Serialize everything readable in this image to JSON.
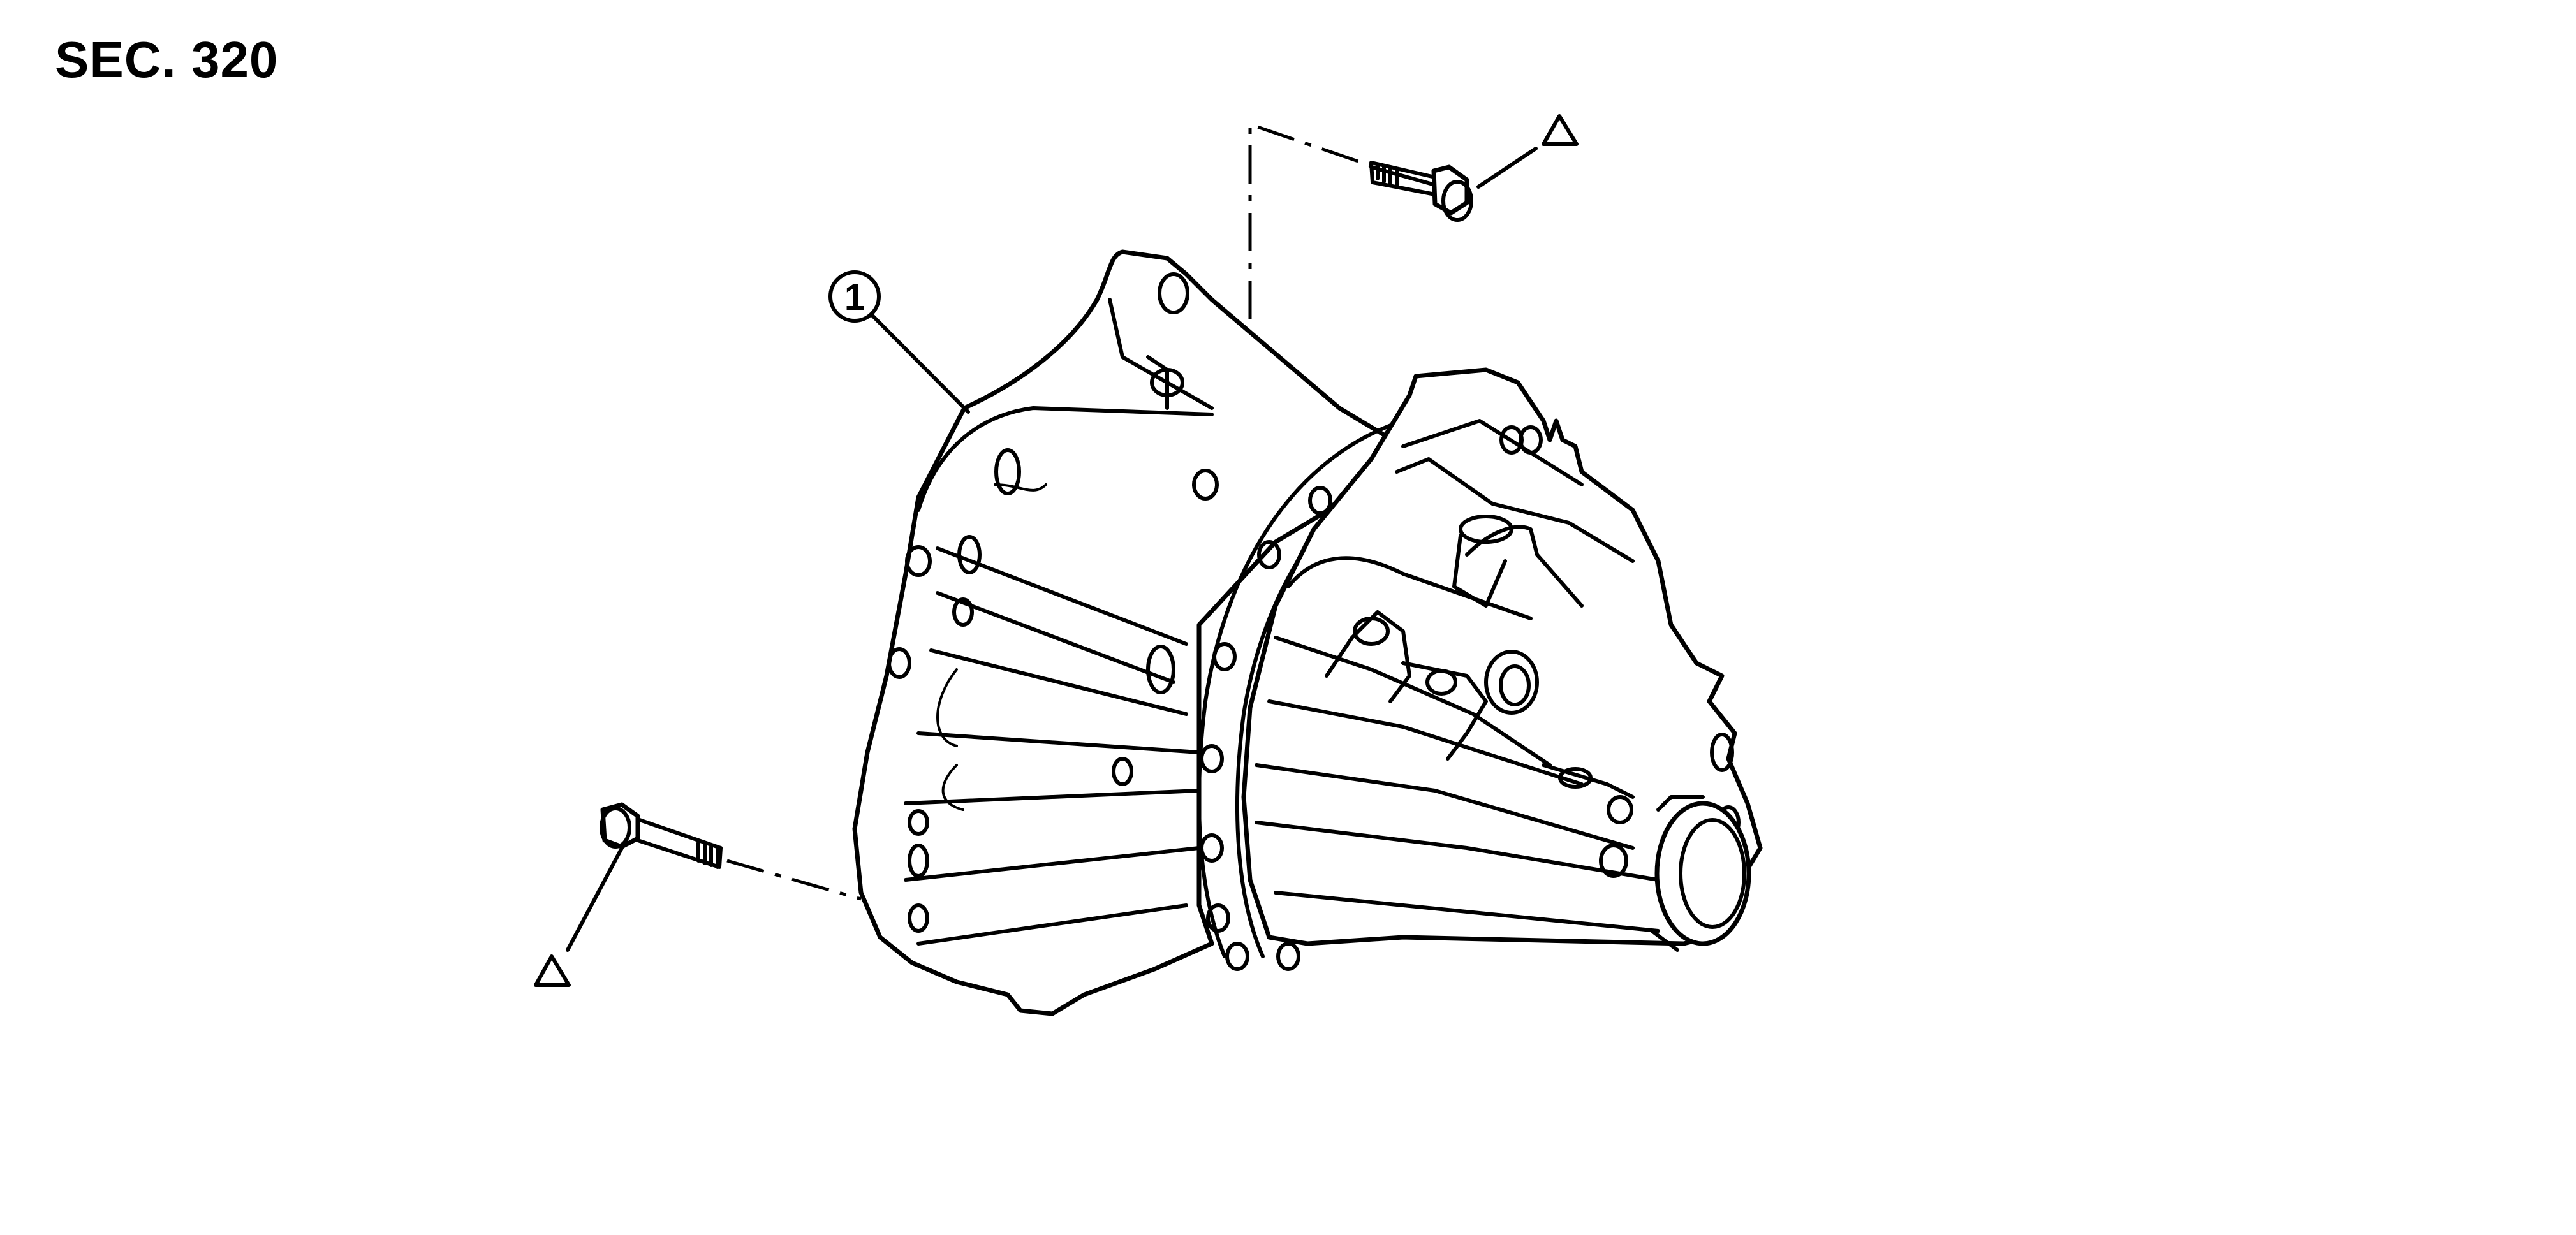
{
  "section_label": "SEC. 320",
  "callouts": [
    {
      "id": "part-1",
      "label": "1"
    }
  ],
  "symbols": [
    {
      "name": "triangle-symbol",
      "shape": "open-triangle"
    }
  ],
  "colors": {
    "ink": "#000000",
    "paper": "#ffffff"
  }
}
